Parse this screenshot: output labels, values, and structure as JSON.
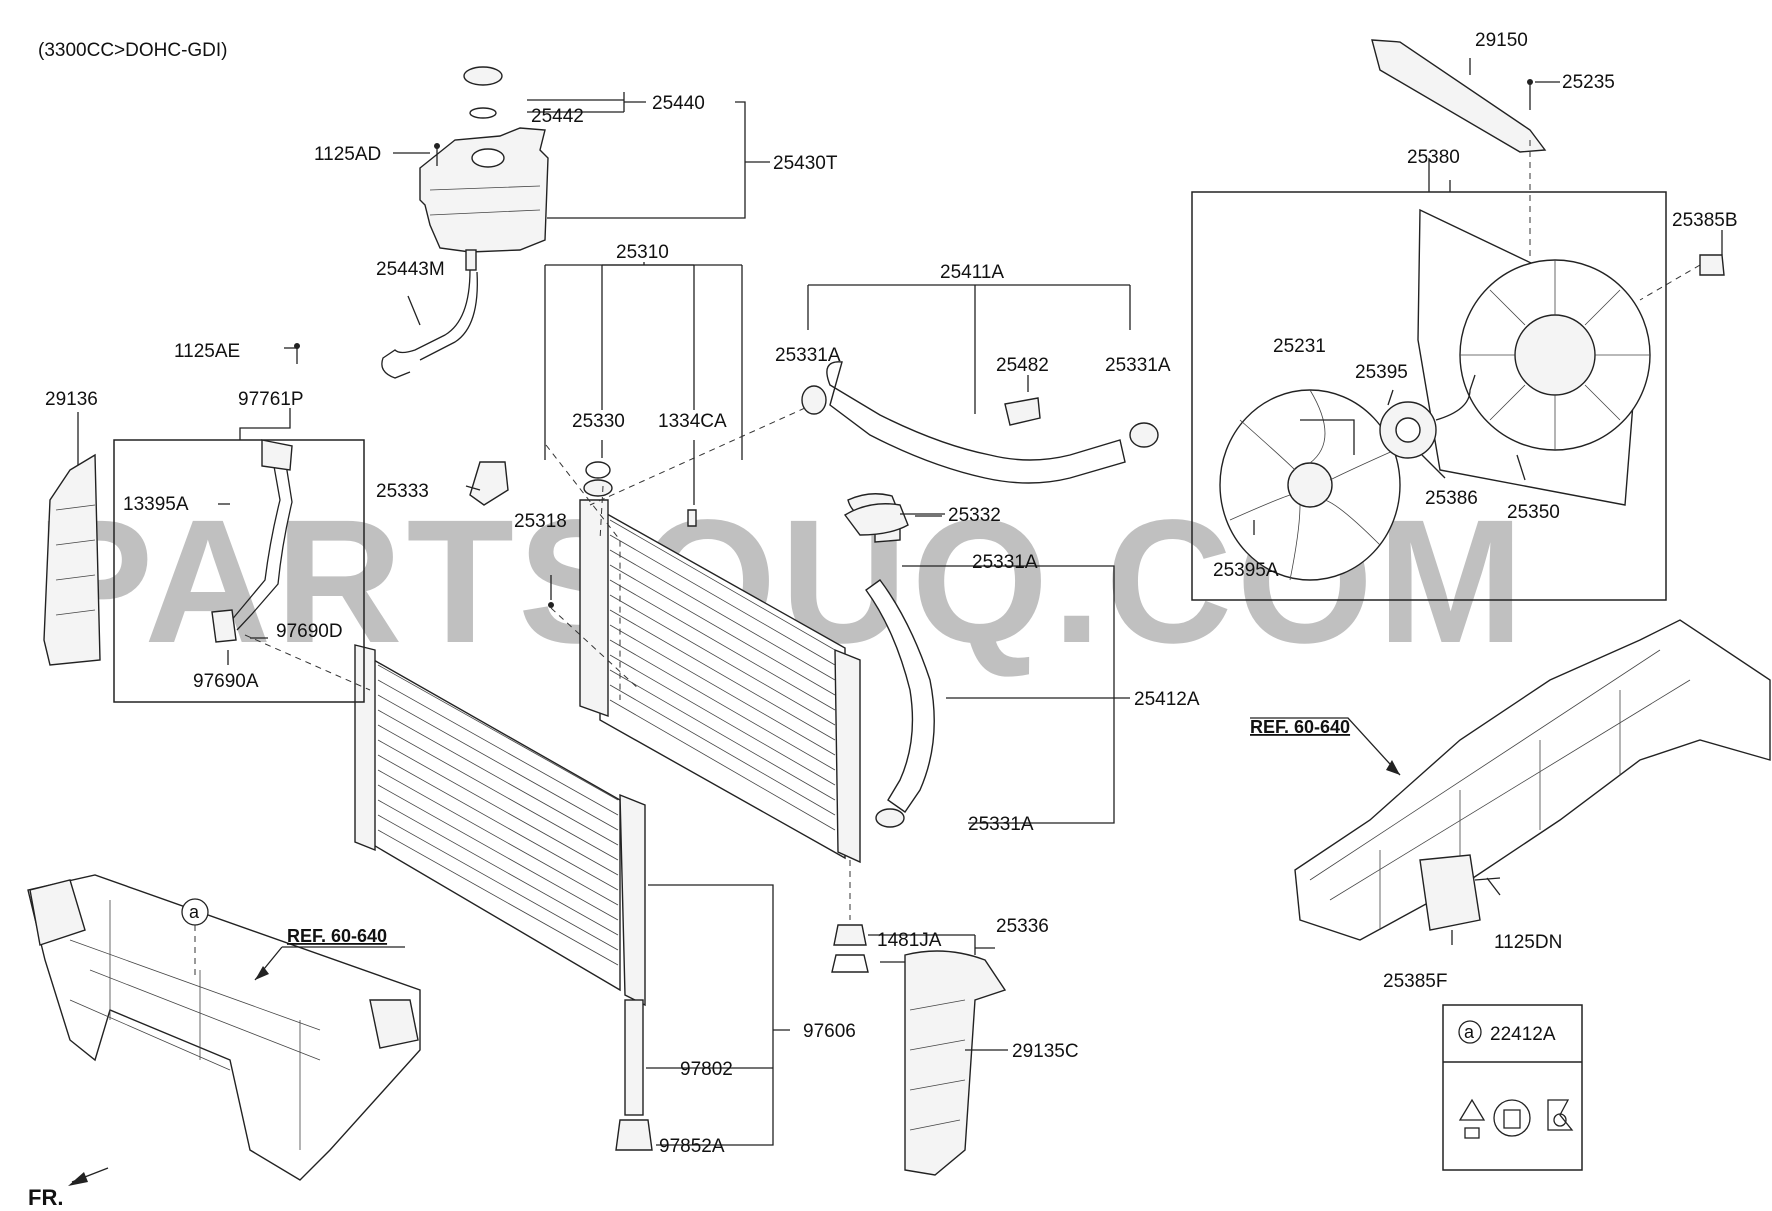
{
  "header": {
    "engine_spec": "(3300CC>DOHC-GDI)"
  },
  "watermark": "PARTSOUQ.COM",
  "refs": {
    "ref_left": "REF. 60-640",
    "ref_right": "REF. 60-640"
  },
  "direction": {
    "fr": "FR."
  },
  "circle_marker": "a",
  "legend": {
    "marker": "a",
    "part": "22412A"
  },
  "parts": {
    "p29150": "29150",
    "p25235": "25235",
    "p25380": "25380",
    "p25385B": "25385B",
    "p25231": "25231",
    "p25395": "25395",
    "p25386": "25386",
    "p25350": "25350",
    "p25395A": "25395A",
    "p25440": "25440",
    "p25442": "25442",
    "p1125AD": "1125AD",
    "p25430T": "25430T",
    "p25310": "25310",
    "p25411A": "25411A",
    "p25443M": "25443M",
    "p1125AE": "1125AE",
    "p25331A_1": "25331A",
    "p25482": "25482",
    "p25331A_2": "25331A",
    "p29136": "29136",
    "p97761P": "97761P",
    "p25330": "25330",
    "p1334CA": "1334CA",
    "p13395A": "13395A",
    "p25333": "25333",
    "p25332": "25332",
    "p25318": "25318",
    "p25331A_3": "25331A",
    "p97690D": "97690D",
    "p97690A": "97690A",
    "p25412A": "25412A",
    "p25331A_4": "25331A",
    "p25336": "25336",
    "p1481JA": "1481JA",
    "p1125DN": "1125DN",
    "p25385F": "25385F",
    "p97606": "97606",
    "p29135C": "29135C",
    "p97802": "97802",
    "p97852A": "97852A"
  }
}
